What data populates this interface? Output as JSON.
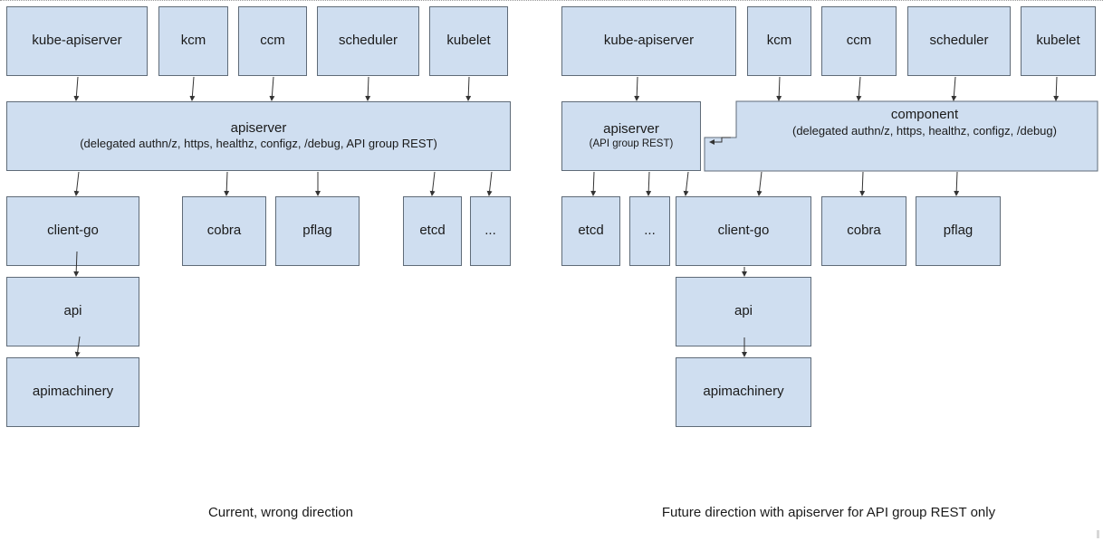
{
  "left_diagram": {
    "consumers": [
      "kube-apiserver",
      "kcm",
      "ccm",
      "scheduler",
      "kubelet"
    ],
    "apiserver": {
      "title": "apiserver",
      "subtitle": "(delegated authn/z, https, healthz, configz, /debug, API group REST)"
    },
    "deps": [
      "client-go",
      "cobra",
      "pflag",
      "etcd",
      "..."
    ],
    "api": "api",
    "apimachinery": "apimachinery",
    "caption": "Current, wrong direction"
  },
  "right_diagram": {
    "consumers": [
      "kube-apiserver",
      "kcm",
      "ccm",
      "scheduler",
      "kubelet"
    ],
    "apiserver": {
      "title": "apiserver",
      "subtitle": "(API group REST)"
    },
    "component": {
      "title": "component",
      "subtitle": "(delegated authn/z, https, healthz, configz, /debug)"
    },
    "deps": [
      "etcd",
      "...",
      "client-go",
      "cobra",
      "pflag"
    ],
    "api": "api",
    "apimachinery": "apimachinery",
    "caption": "Future direction with apiserver for API group REST only"
  },
  "colors": {
    "box_fill": "#cfdef0",
    "box_border": "#5f6b78",
    "arrow": "#333333"
  }
}
